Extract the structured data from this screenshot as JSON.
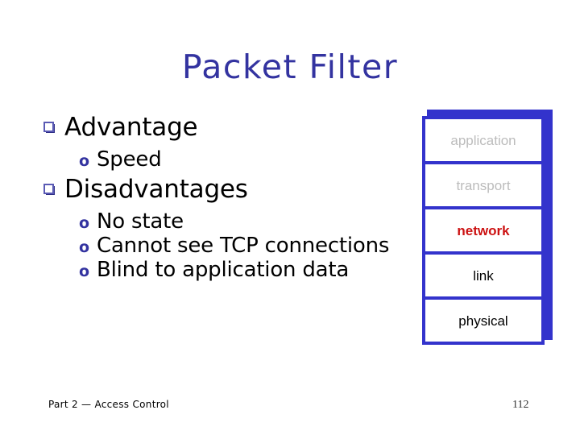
{
  "slide": {
    "title": "Packet Filter"
  },
  "content": {
    "bullets": [
      {
        "level": 1,
        "marker": "square-bullet",
        "label": "Advantage"
      },
      {
        "level": 2,
        "marker": "o",
        "label": "Speed"
      },
      {
        "level": 1,
        "marker": "square-bullet",
        "label": "Disadvantages"
      },
      {
        "level": 2,
        "marker": "o",
        "label": "No state"
      },
      {
        "level": 2,
        "marker": "o",
        "label": "Cannot see TCP connections"
      },
      {
        "level": 2,
        "marker": "o",
        "label": "Blind to application data"
      }
    ]
  },
  "network_stack": {
    "layers": [
      {
        "label": "application",
        "state": "dim"
      },
      {
        "label": "transport",
        "state": "dim"
      },
      {
        "label": "network",
        "state": "active"
      },
      {
        "label": "link",
        "state": "plain"
      },
      {
        "label": "physical",
        "state": "plain"
      }
    ]
  },
  "footer": {
    "note": "Part 2 — Access Control",
    "page": "112"
  },
  "colors": {
    "title_blue": "#3333A0",
    "bullet_blue": "#3333A0",
    "frame_blue": "#3333CC",
    "layer_dim_gray": "#bcbcbc",
    "layer_active_red": "#cc1111",
    "text_black": "#000000",
    "background": "#ffffff"
  }
}
